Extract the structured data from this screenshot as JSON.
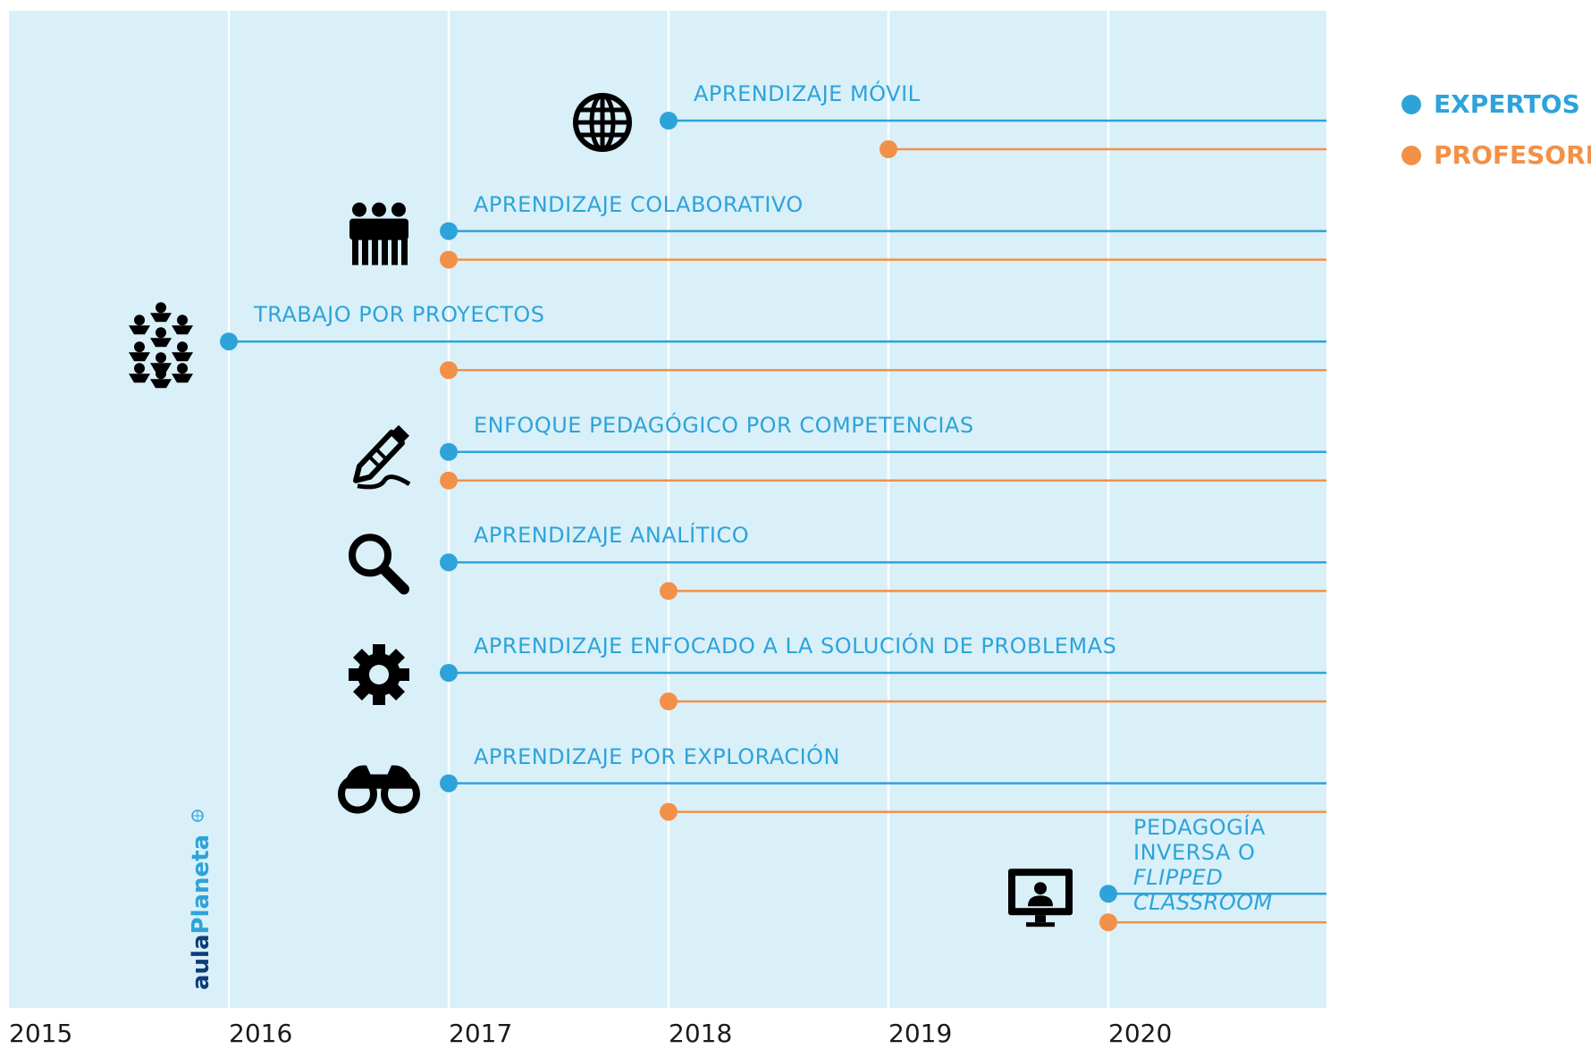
{
  "chart_data": {
    "type": "timeline",
    "x_ticks": [
      "2015",
      "2016",
      "2017",
      "2018",
      "2019",
      "2020"
    ],
    "xlim": [
      2015,
      2021
    ],
    "legend": [
      {
        "name": "EXPERTOS",
        "color": "#2ea3d9"
      },
      {
        "name": "PROFESORES",
        "color": "#f39047"
      }
    ],
    "legend_position": "top-right",
    "grid": true,
    "rows": [
      {
        "label": "APRENDIZAJE MÓVIL",
        "icon": "globe-icon",
        "expertos": 2018,
        "profesores": 2019
      },
      {
        "label": "APRENDIZAJE COLABORATIVO",
        "icon": "people-icon",
        "expertos": 2017,
        "profesores": 2017
      },
      {
        "label": "TRABAJO POR PROYECTOS",
        "icon": "team-network-icon",
        "expertos": 2016,
        "profesores": 2017
      },
      {
        "label": "ENFOQUE PEDAGÓGICO POR COMPETENCIAS",
        "icon": "pencil-icon",
        "expertos": 2017,
        "profesores": 2017
      },
      {
        "label": "APRENDIZAJE ANALÍTICO",
        "icon": "magnifier-icon",
        "expertos": 2017,
        "profesores": 2018
      },
      {
        "label": "APRENDIZAJE ENFOCADO A LA SOLUCIÓN DE PROBLEMAS",
        "icon": "gear-icon",
        "expertos": 2017,
        "profesores": 2018
      },
      {
        "label": "APRENDIZAJE POR EXPLORACIÓN",
        "icon": "binoculars-icon",
        "expertos": 2017,
        "profesores": 2018
      },
      {
        "label": "PEDAGOGÍA INVERSA O ",
        "label_italic": "FLIPPED CLASSROOM",
        "icon": "monitor-user-icon",
        "expertos": 2020,
        "profesores": 2020
      }
    ]
  },
  "brand": {
    "part1": "aula",
    "part2": "Planeta"
  },
  "colors": {
    "background": "#d9f0f9",
    "grid": "#ffffff",
    "expertos": "#2ea3d9",
    "profesores": "#f39047"
  }
}
